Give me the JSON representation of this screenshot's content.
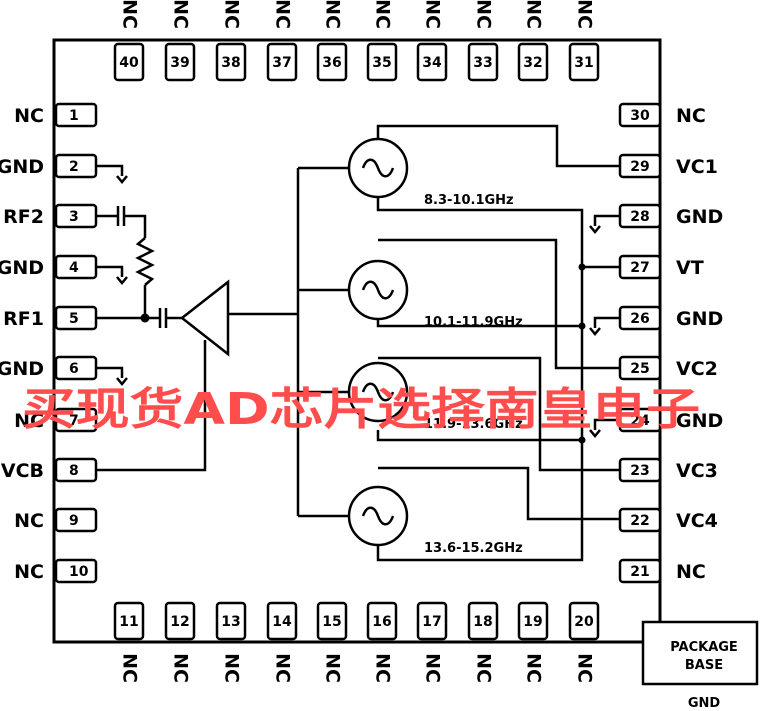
{
  "pins": {
    "top": [
      {
        "num": "40",
        "name": "NC"
      },
      {
        "num": "39",
        "name": "NC"
      },
      {
        "num": "38",
        "name": "NC"
      },
      {
        "num": "37",
        "name": "NC"
      },
      {
        "num": "36",
        "name": "NC"
      },
      {
        "num": "35",
        "name": "NC"
      },
      {
        "num": "34",
        "name": "NC"
      },
      {
        "num": "33",
        "name": "NC"
      },
      {
        "num": "32",
        "name": "NC"
      },
      {
        "num": "31",
        "name": "NC"
      }
    ],
    "bottom": [
      {
        "num": "11",
        "name": "NC"
      },
      {
        "num": "12",
        "name": "NC"
      },
      {
        "num": "13",
        "name": "NC"
      },
      {
        "num": "14",
        "name": "NC"
      },
      {
        "num": "15",
        "name": "NC"
      },
      {
        "num": "16",
        "name": "NC"
      },
      {
        "num": "17",
        "name": "NC"
      },
      {
        "num": "18",
        "name": "NC"
      },
      {
        "num": "19",
        "name": "NC"
      },
      {
        "num": "20",
        "name": "NC"
      }
    ],
    "left": [
      {
        "num": "1",
        "name": "NC"
      },
      {
        "num": "2",
        "name": "GND"
      },
      {
        "num": "3",
        "name": "RF2"
      },
      {
        "num": "4",
        "name": "GND"
      },
      {
        "num": "5",
        "name": "RF1"
      },
      {
        "num": "6",
        "name": "GND"
      },
      {
        "num": "7",
        "name": "NC"
      },
      {
        "num": "8",
        "name": "VCB"
      },
      {
        "num": "9",
        "name": "NC"
      },
      {
        "num": "10",
        "name": "NC"
      }
    ],
    "right": [
      {
        "num": "30",
        "name": "NC"
      },
      {
        "num": "29",
        "name": "VC1"
      },
      {
        "num": "28",
        "name": "GND"
      },
      {
        "num": "27",
        "name": "VT"
      },
      {
        "num": "26",
        "name": "GND"
      },
      {
        "num": "25",
        "name": "VC2"
      },
      {
        "num": "24",
        "name": "GND"
      },
      {
        "num": "23",
        "name": "VC3"
      },
      {
        "num": "22",
        "name": "VC4"
      },
      {
        "num": "21",
        "name": "NC"
      }
    ]
  },
  "vcos": [
    {
      "range": "8.3-10.1GHz"
    },
    {
      "range": "10.1-11.9GHz"
    },
    {
      "range": "11.9-13.6GHz"
    },
    {
      "range": "13.6-15.2GHz"
    }
  ],
  "package": {
    "line1": "PACKAGE",
    "line2": "BASE",
    "ground": "GND"
  },
  "watermark": "买现货AD芯片选择南皇电子"
}
